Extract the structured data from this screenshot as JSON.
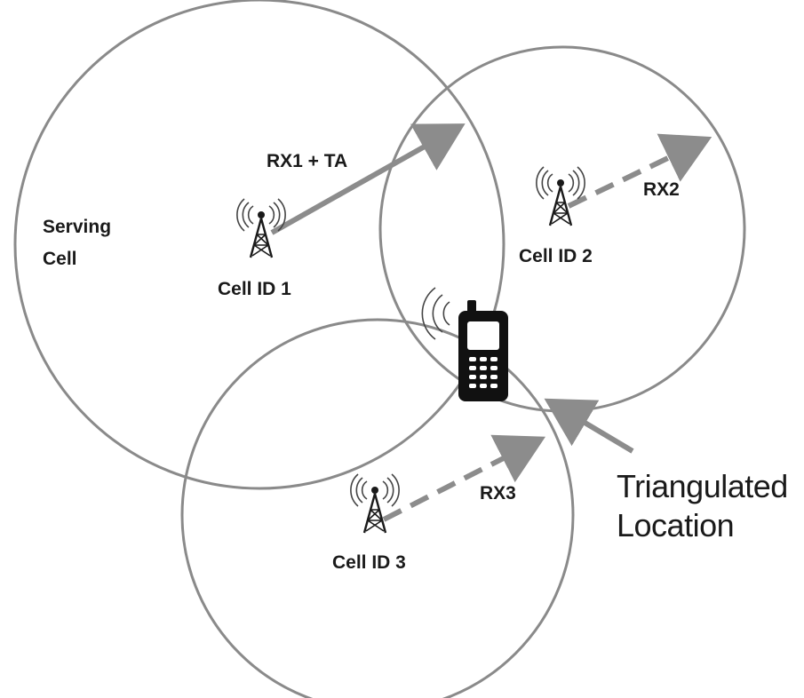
{
  "diagram": {
    "serving_cell_label_line1": "Serving",
    "serving_cell_label_line2": "Cell",
    "towers": [
      {
        "label": "Cell ID 1"
      },
      {
        "label": "Cell ID 2"
      },
      {
        "label": "Cell ID 3"
      }
    ],
    "signals": [
      {
        "label": "RX1 + TA",
        "style": "solid"
      },
      {
        "label": "RX2",
        "style": "dashed"
      },
      {
        "label": "RX3",
        "style": "dashed"
      }
    ],
    "callout_line1": "Triangulated",
    "callout_line2": "Location",
    "colors": {
      "circle_stroke": "#8a8a8a",
      "arrow": "#8c8c8c",
      "text": "#1a1a1a",
      "phone": "#111111"
    }
  }
}
